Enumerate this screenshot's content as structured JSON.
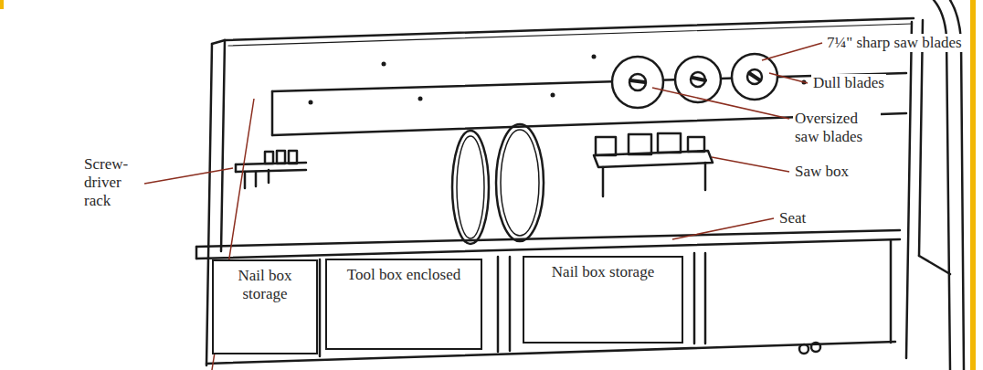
{
  "diagram": {
    "nodes": [
      {
        "text": [
          "Nail box storage"
        ]
      },
      {
        "text": [
          "Tool box enclosed"
        ]
      },
      {
        "text": [
          "Nail box storage"
        ]
      }
    ],
    "labels": [
      "Screw- driver rack",
      "7¼\" sharp saw blades",
      "Dull blades",
      "Oversized saw blades",
      "Saw box",
      "Seat"
    ]
  }
}
